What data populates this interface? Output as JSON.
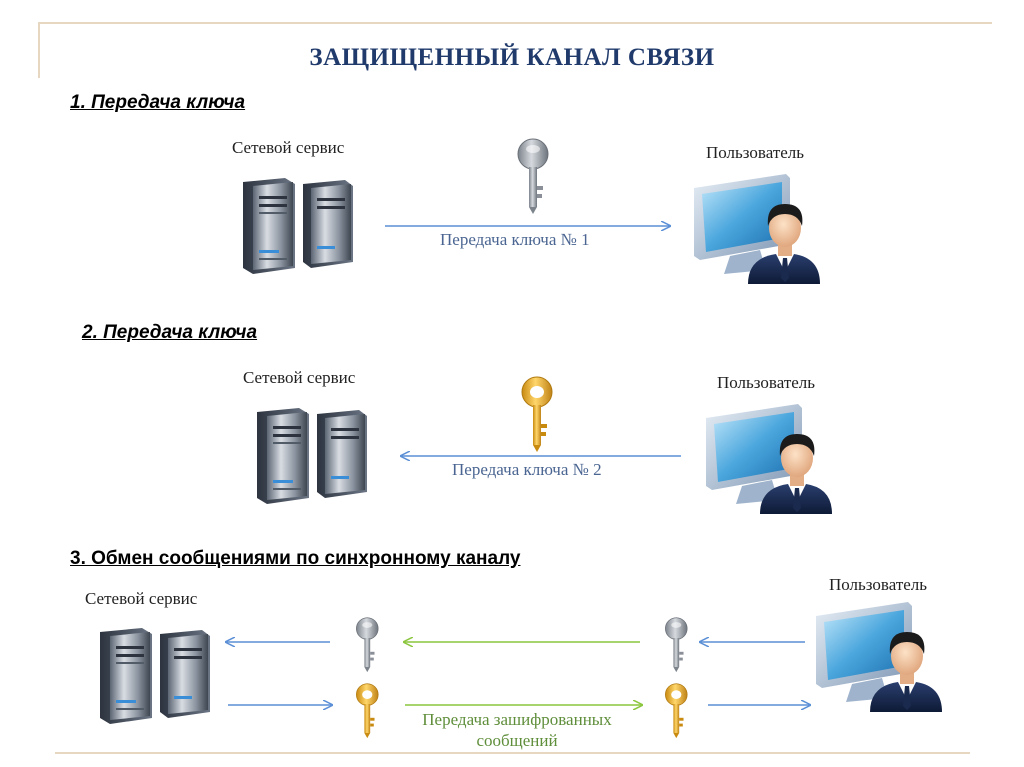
{
  "title": "ЗАЩИЩЕННЫЙ КАНАЛ СВЯЗИ",
  "sections": [
    {
      "heading": "1. Передача ключа",
      "left_label": "Сетевой сервис",
      "right_label": "Пользователь",
      "arrow_label": "Передача ключа № 1"
    },
    {
      "heading": "2. Передача ключа",
      "left_label": "Сетевой сервис",
      "right_label": "Пользователь",
      "arrow_label": "Передача ключа № 2"
    },
    {
      "heading": "3. Обмен сообщениями по синхронному каналу",
      "left_label": "Сетевой сервис",
      "right_label": "Пользователь",
      "arrow_label_line1": "Передача зашифрованных",
      "arrow_label_line2": "сообщений"
    }
  ],
  "colors": {
    "title": "#1f3a6b",
    "arrow_blue": "#5b8fd6",
    "arrow_green": "#8cc63f",
    "key_grey": "#9aa0a8",
    "key_gold": "#e8b030",
    "frame": "#e7d7c0"
  },
  "icons": [
    "server-icon",
    "user-computer-icon",
    "grey-key-icon",
    "gold-key-icon"
  ]
}
